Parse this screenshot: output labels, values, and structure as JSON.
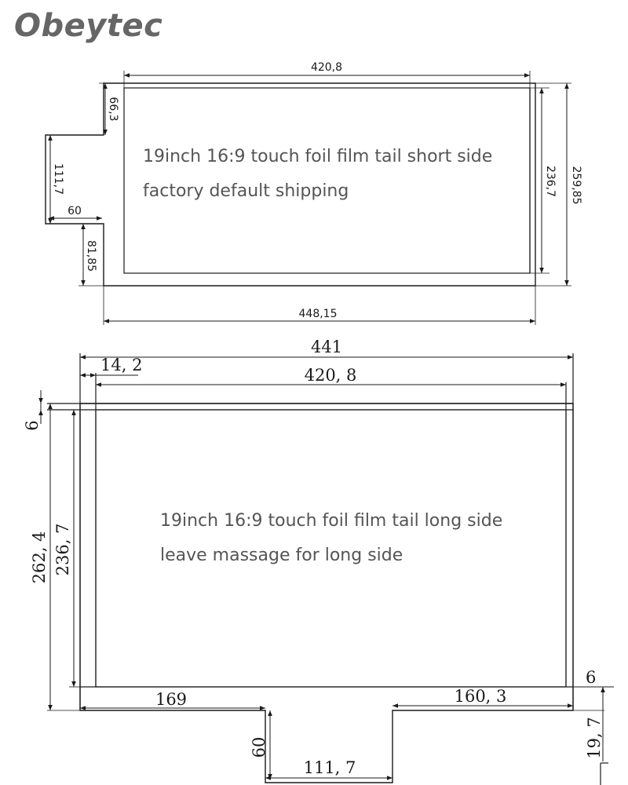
{
  "brand": {
    "name": "Obeytec",
    "color": "#666666"
  },
  "drawing1": {
    "note_line1": "19inch 16:9 touch foil film tail short side",
    "note_line2": "factory default shipping",
    "dims": {
      "top_width": "420,8",
      "tail_top": "66,3",
      "tail_height": "111,7",
      "tail_width": "60",
      "tail_bottom": "81,85",
      "inner_height": "236,7",
      "outer_height": "259,85",
      "bottom_width": "448,15"
    }
  },
  "drawing2": {
    "note_line1": "19inch 16:9 touch foil film tail long side",
    "note_line2": "leave massage for long side",
    "dims": {
      "overall_width": "441",
      "left_offset": "14, 2",
      "inner_width": "420, 8",
      "top_gap": "6",
      "outer_height": "262, 4",
      "inner_height": "236, 7",
      "right_gap": "6",
      "tail_left": "169",
      "tail_right": "160, 3",
      "tail_height": "60",
      "tail_width": "111, 7",
      "edge_height": "19, 7"
    }
  }
}
